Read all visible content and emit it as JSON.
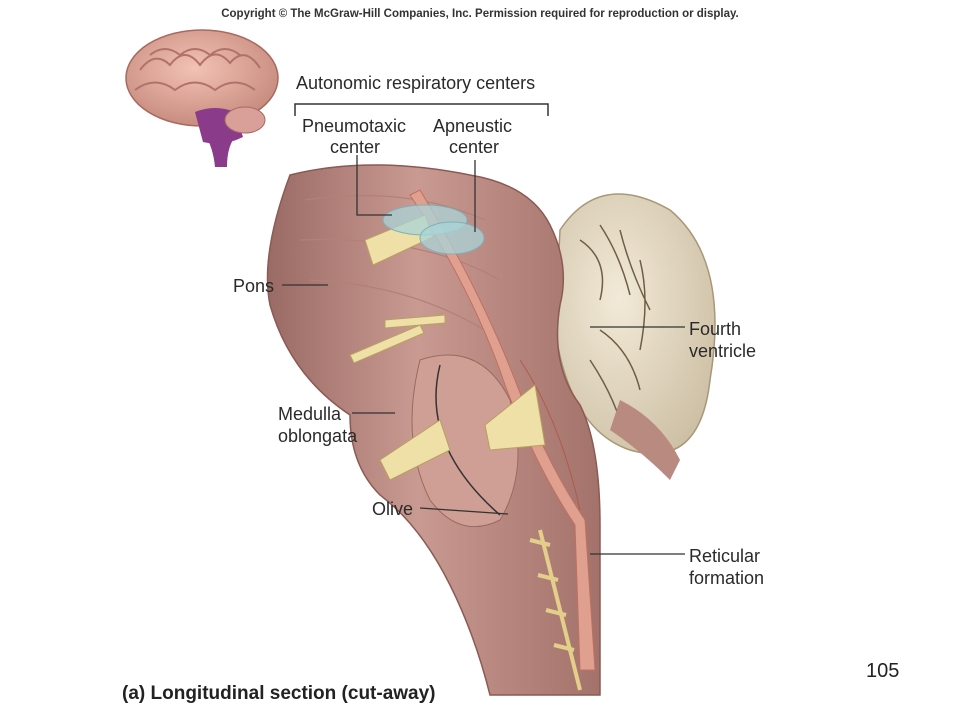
{
  "copyright": "Copyright © The McGraw-Hill Companies, Inc. Permission required for reproduction or display.",
  "labels": {
    "autonomic": "Autonomic respiratory centers",
    "pneumotaxic_1": "Pneumotaxic",
    "pneumotaxic_2": "center",
    "apneustic_1": "Apneustic",
    "apneustic_2": "center",
    "pons": "Pons",
    "fourth_1": "Fourth",
    "fourth_2": "ventricle",
    "medulla_1": "Medulla",
    "medulla_2": "oblongata",
    "olive": "Olive",
    "reticular_1": "Reticular",
    "reticular_2": "formation"
  },
  "caption": "(a) Longitudinal section (cut-away)",
  "page_number": "105"
}
